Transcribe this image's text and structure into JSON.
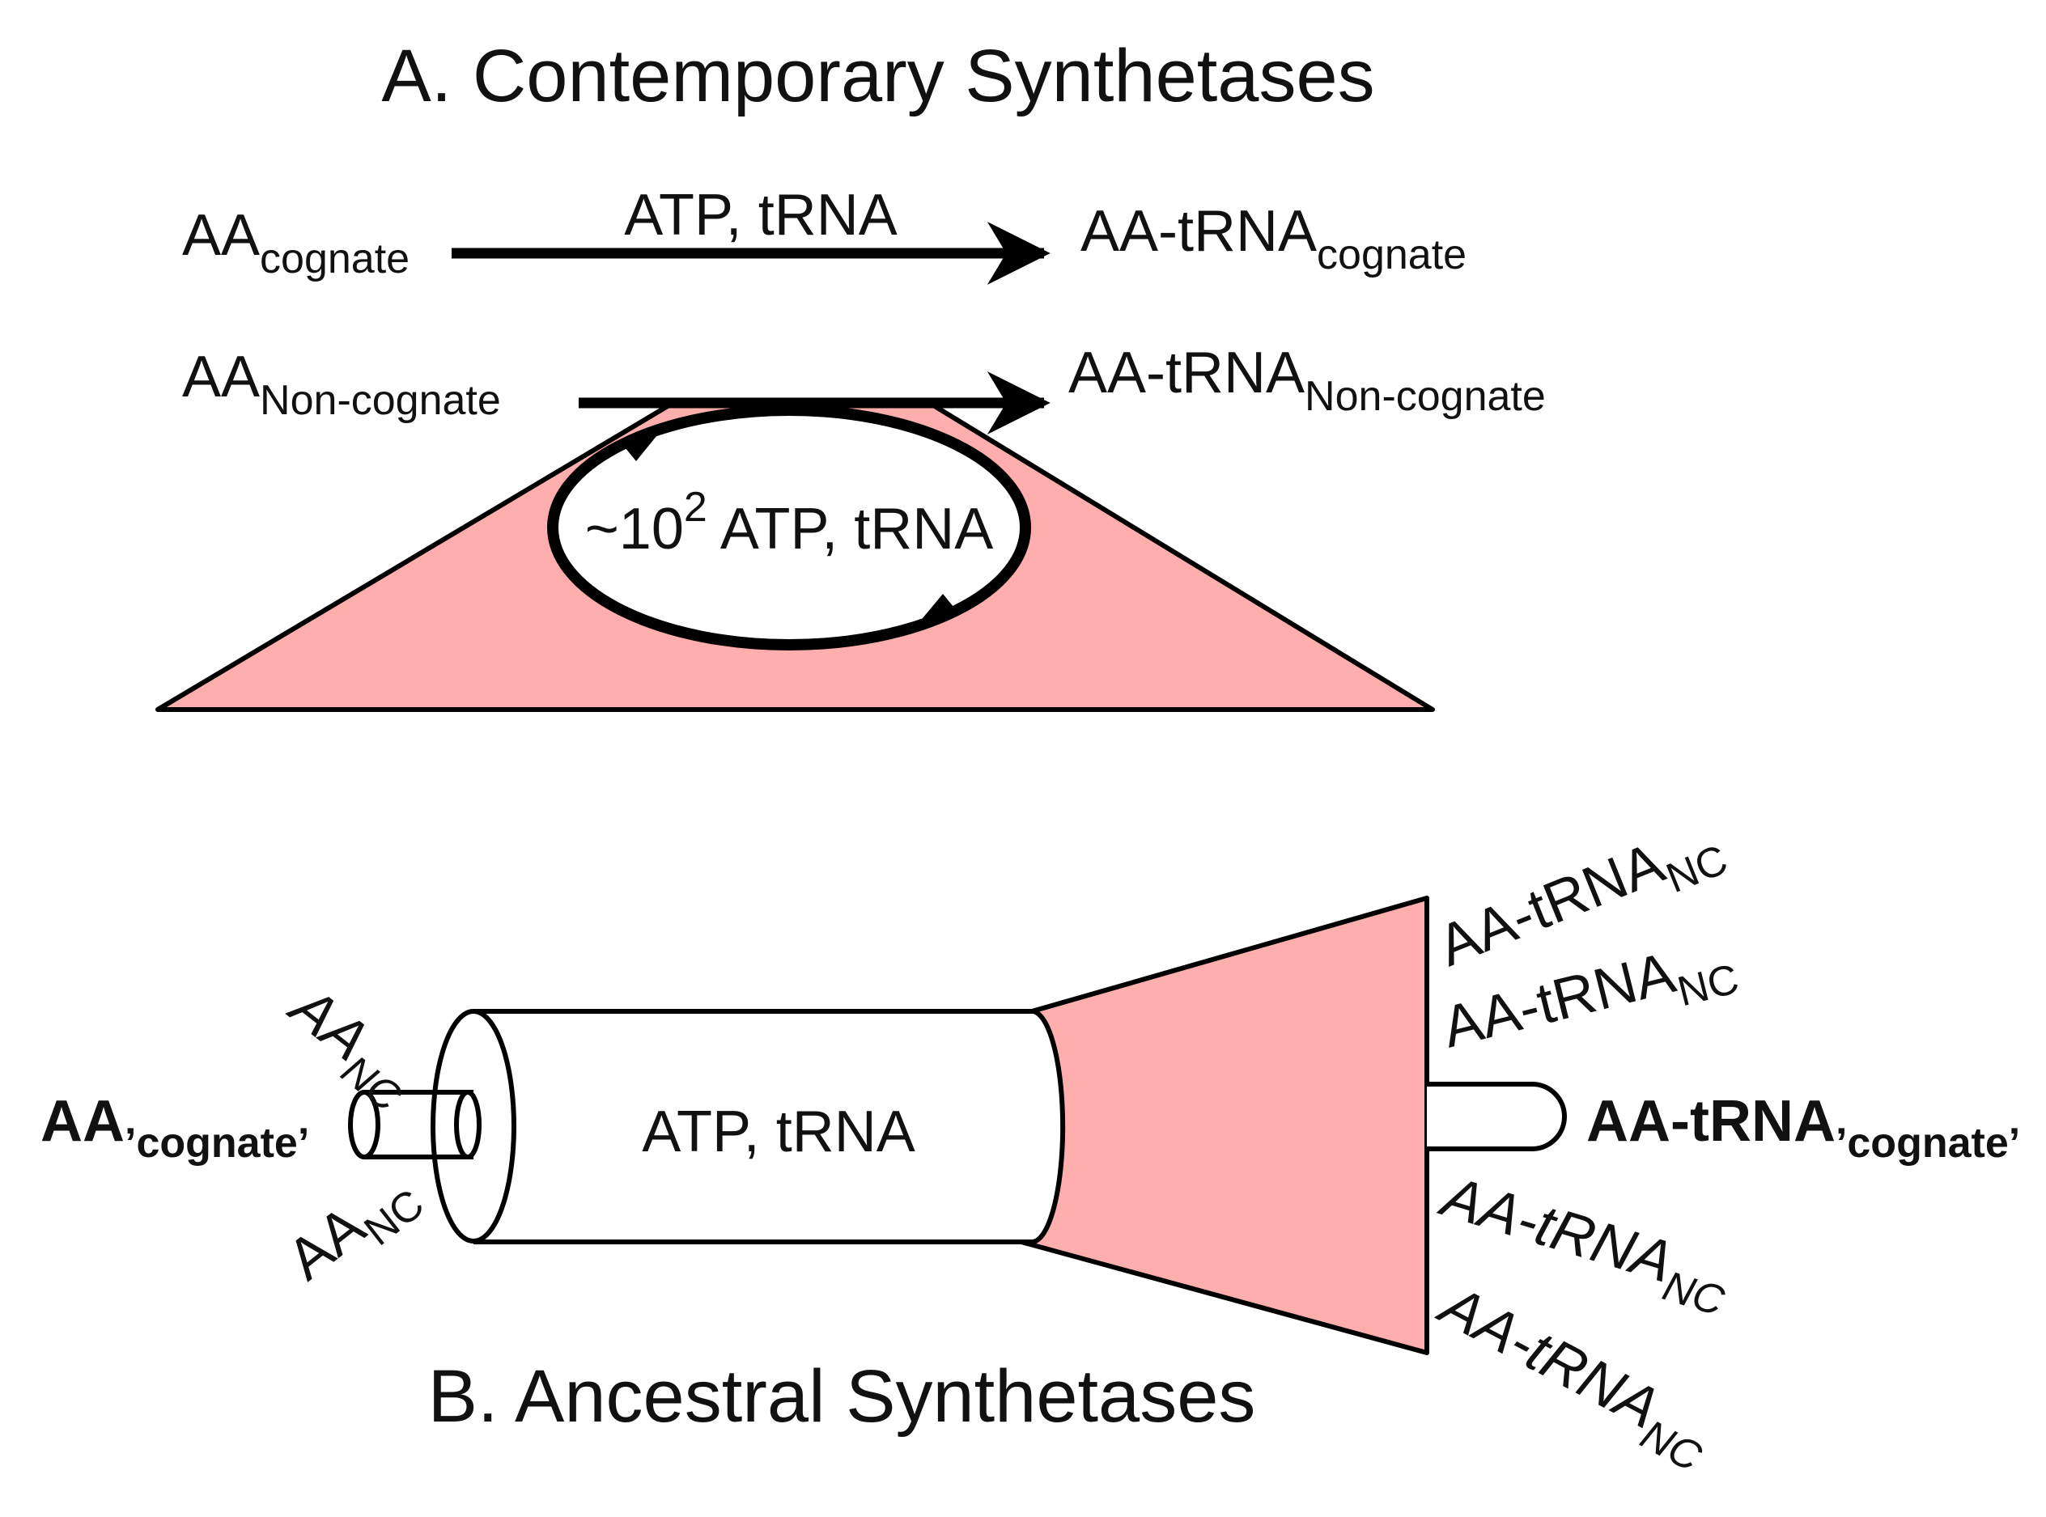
{
  "colors": {
    "pink": "#ffaeae",
    "outline": "#000000",
    "text": "#111111"
  },
  "panel_a": {
    "title": "A. Contemporary Synthetases",
    "cognate": {
      "substrate": "AA",
      "substrate_sub": "cognate",
      "conditions": "ATP, tRNA",
      "product": "AA-tRNA",
      "product_sub": "cognate"
    },
    "noncognate": {
      "substrate": "AA",
      "substrate_sub": "Non-cognate",
      "product": "AA-tRNA",
      "product_sub": "Non-cognate"
    },
    "cycle_label": {
      "prefix": "~10",
      "exponent": "2",
      "suffix": " ATP, tRNA"
    }
  },
  "panel_b": {
    "title": "B. Ancestral Synthetases",
    "cylinder_label": "ATP, tRNA",
    "input_cognate": {
      "main": "AA",
      "sub": "’cognate’"
    },
    "input_nc": [
      {
        "main": "AA",
        "sub": "NC"
      },
      {
        "main": "AA",
        "sub": "NC"
      }
    ],
    "output_cognate": {
      "main": "AA-tRNA",
      "sub": "’cognate’"
    },
    "output_nc": [
      {
        "main": "AA-tRNA",
        "sub": "NC"
      },
      {
        "main": "AA-tRNA",
        "sub": "NC"
      },
      {
        "main": "AA-tRNA",
        "sub": "NC"
      },
      {
        "main": "AA-tRNA",
        "sub": "NC"
      }
    ]
  }
}
